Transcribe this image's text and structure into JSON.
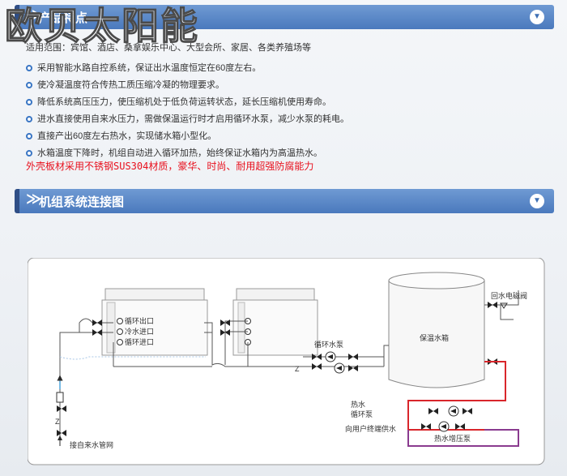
{
  "watermark": "欧贝太阳能",
  "section1": {
    "title": "产品特点",
    "toggle_icon": "chevron-down-icon"
  },
  "scope": "适用范围：宾馆、酒店、桑拿娱乐中心、大型会所、家居、各类养殖场等",
  "features": [
    "采用智能水路自控系统，保证出水温度恒定在60度左右。",
    "使冷凝温度符合传热工质压缩冷凝的物理要求。",
    "降低系统高压压力，使压缩机处于低负荷运转状态，延长压缩机使用寿命。",
    "进水直接使用自来水压力，需做保温运行时才启用循环水泵，减少水泵的耗电。",
    "直接产出60度左右热水，实现储水箱小型化。",
    "水箱温度下降时，机组自动进入循环加热，始终保证水箱内为高温热水。"
  ],
  "red_note": "外壳板材采用不锈钢SUS304材质，豪华、时尚、耐用超强防腐能力",
  "section2": {
    "title": "机组系统连接图",
    "toggle_icon": "chevron-down-icon"
  },
  "diagram": {
    "unit_labels": [
      "循环出口",
      "冷水进口",
      "循环进口"
    ],
    "tank_label": "保温水箱",
    "circ_pump_label": "循环水泵",
    "return_valve_label": "回水电磁阀",
    "hot_circ_pump_label_1": "热水",
    "hot_circ_pump_label_2": "循环泵",
    "supply_label": "向用户终端供水",
    "booster_label": "热水增压泵",
    "inlet_label": "接自来水管网",
    "check_valve_symbol": "Z"
  },
  "colors": {
    "accent": "#4a79bd",
    "hot_pipe": "#d9262b",
    "booster_pipe": "#8a3b8f",
    "inlet_pipe": "#1f8fd6",
    "red_note": "#e8101d"
  }
}
